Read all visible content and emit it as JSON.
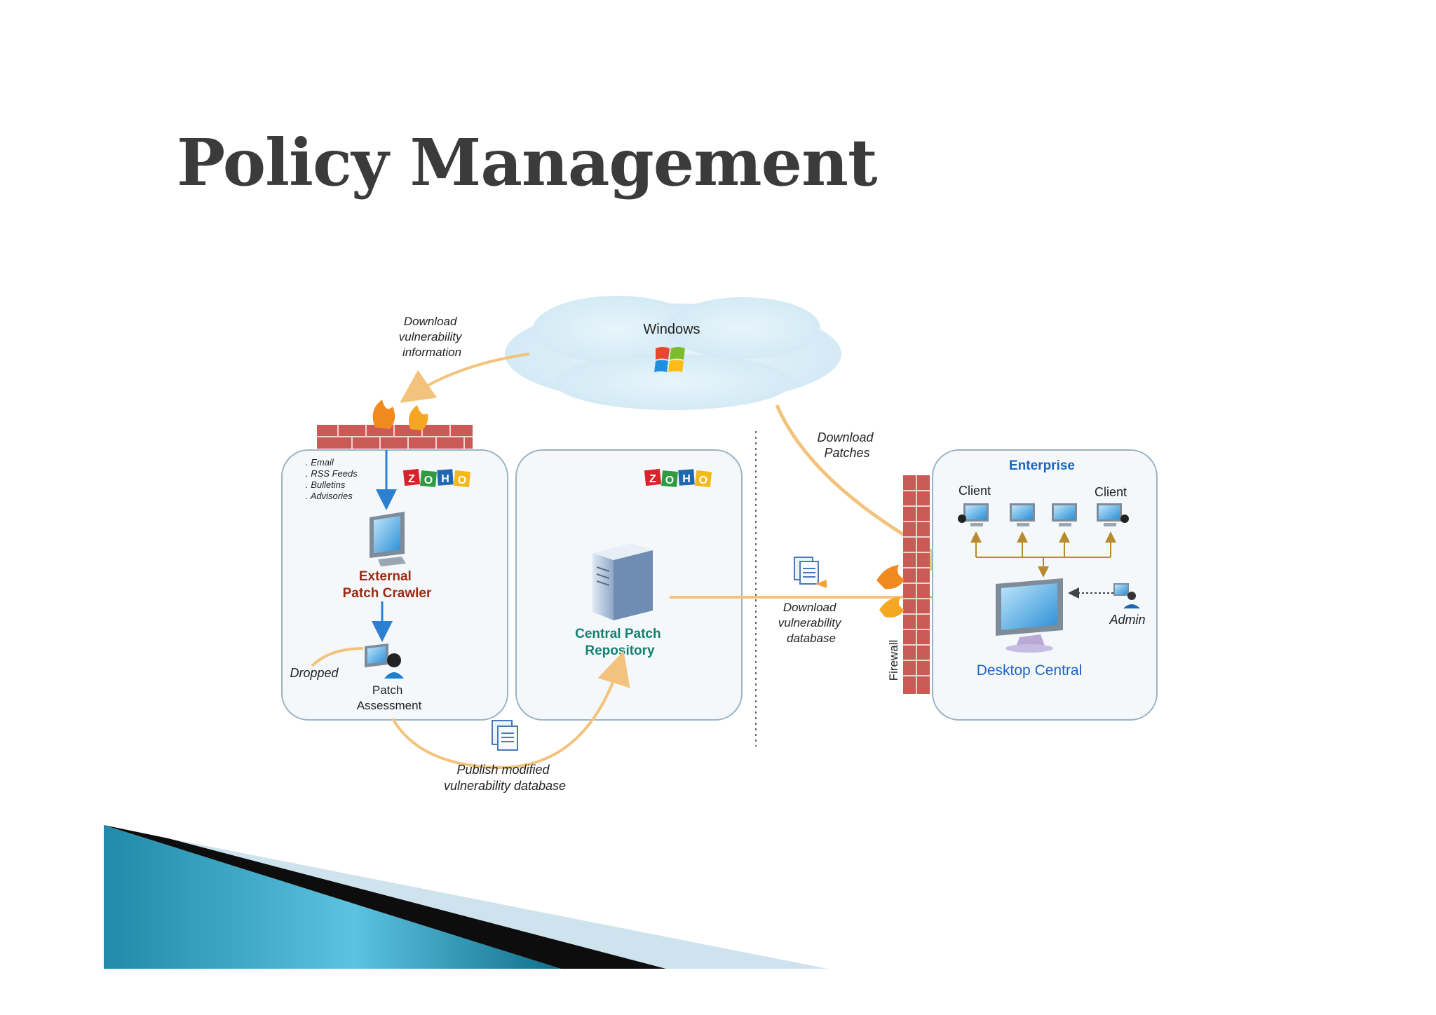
{
  "slide": {
    "title": "Policy Management"
  },
  "diagram": {
    "cloud": {
      "label": "Windows",
      "icon": "windows-logo-icon"
    },
    "crawler_box": {
      "logo_text": [
        "Z",
        "O",
        "H",
        "O"
      ],
      "sources": [
        ". Email",
        ". RSS Feeds",
        ". Bulletins",
        ". Advisories"
      ],
      "crawler_label": [
        "External",
        "Patch Crawler"
      ],
      "assessment_label": [
        "Patch",
        "Assessment"
      ],
      "dropped_label": "Dropped"
    },
    "repository_box": {
      "logo_text": [
        "Z",
        "O",
        "H",
        "O"
      ],
      "label": [
        "Central Patch",
        "Repository"
      ]
    },
    "enterprise_box": {
      "title": "Enterprise",
      "client_left": "Client",
      "client_right": "Client",
      "admin_label": "Admin",
      "desktop_central_label": "Desktop Central",
      "firewall_label": "Firewall"
    },
    "flows": {
      "download_vuln_info": [
        "Download",
        "vulnerability",
        "information"
      ],
      "download_patches": [
        "Download",
        "Patches"
      ],
      "download_vuln_db": [
        "Download",
        "vulnerability",
        "database"
      ],
      "publish_db": [
        "Publish modified",
        "vulnerability database"
      ]
    },
    "colors": {
      "zoho": [
        "#d9232b",
        "#2e9c3e",
        "#1e67b1",
        "#f3b81b"
      ],
      "box_border": "#9bb3c4",
      "arrow_orange": "#f3c37e",
      "arrow_blue": "#2d7fd0",
      "brick": "#c95a55",
      "label_red": "#9c2b12",
      "label_teal": "#138071",
      "label_blue": "#1d64c4"
    }
  }
}
